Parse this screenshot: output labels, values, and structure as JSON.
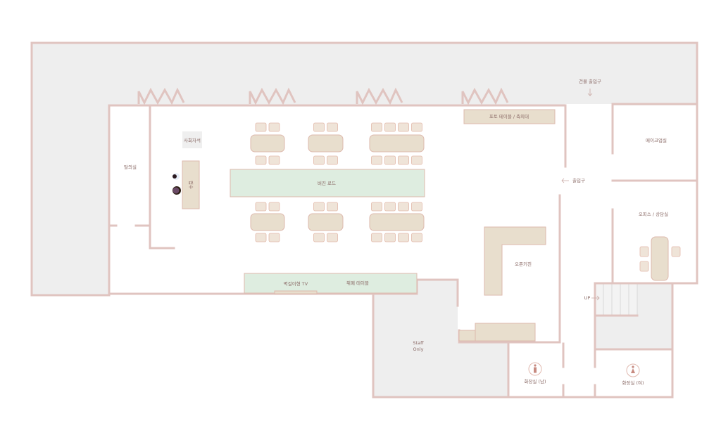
{
  "rooms": {
    "dressing_room": "탈의실",
    "mc_stand": "사회자석",
    "reception": "접수",
    "virgin_road": "버진 로드",
    "photo_table": "포토 테이블 / 축의대",
    "building_entrance": "건물 출입구",
    "entrance": "출입구",
    "makeup_room": "메이크업실",
    "office": "오피스 / 상담실",
    "open_kitchen": "오픈키친",
    "wall_tv": "벽걸이형 TV",
    "buffet_table": "뷔페 테이블",
    "staff_only_1": "Staff",
    "staff_only_2": "Only",
    "stairs_up": "UP",
    "restroom_men": "화장실 (남)",
    "restroom_women": "화장실 (여)"
  },
  "colors": {
    "wall": "#e0c4c0",
    "furniture": "#e8decd",
    "green": "#deede0",
    "gray": "#eeeeee"
  }
}
